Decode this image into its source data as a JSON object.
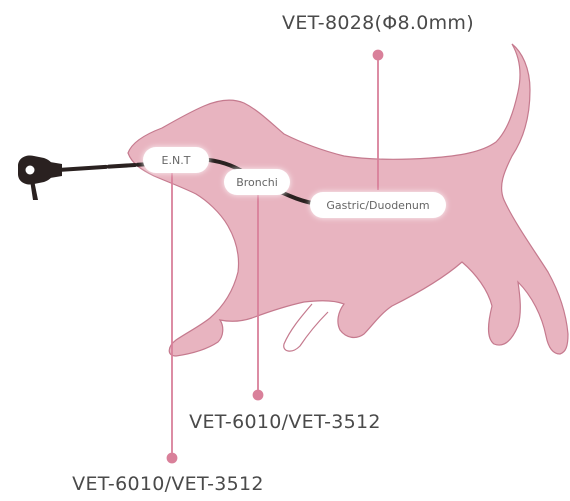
{
  "colors": {
    "dog_fill": "#e8b4c0",
    "dog_stroke": "#c57a8e",
    "leader_line": "#d9809a",
    "scope_cable": "#2a2120",
    "pill_fill": "#ffffff",
    "caption_text": "#4a4a4a"
  },
  "icons": {
    "endoscope_handle": "endoscope-handle-icon",
    "dog_silhouette": "dog-silhouette-icon"
  },
  "labels": {
    "top_model": "VET-8028(Φ8.0mm)",
    "middle_model": "VET-6010/VET-3512",
    "bottom_model": "VET-6010/VET-3512"
  },
  "regions": {
    "ent": "E.N.T",
    "bronchi": "Bronchi",
    "gastric": "Gastric/Duodenum"
  }
}
